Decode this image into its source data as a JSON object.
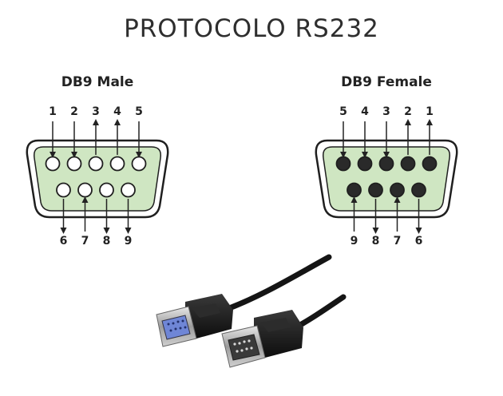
{
  "title": "PROTOCOLO RS232",
  "male": {
    "label": "DB9 Male",
    "top_pins": [
      "1",
      "2",
      "3",
      "4",
      "5"
    ],
    "bottom_pins": [
      "6",
      "7",
      "8",
      "9"
    ]
  },
  "female": {
    "label": "DB9 Female",
    "top_pins": [
      "5",
      "4",
      "3",
      "2",
      "1"
    ],
    "bottom_pins": [
      "9",
      "8",
      "7",
      "6"
    ]
  },
  "colors": {
    "shell_fill": "#cfe6c2",
    "shell_stroke": "#1f1f1f",
    "pin_male": "#ffffff",
    "pin_female": "#2a2a2a",
    "cable": "#151515",
    "plug_female_insert": "#6f86d6"
  }
}
